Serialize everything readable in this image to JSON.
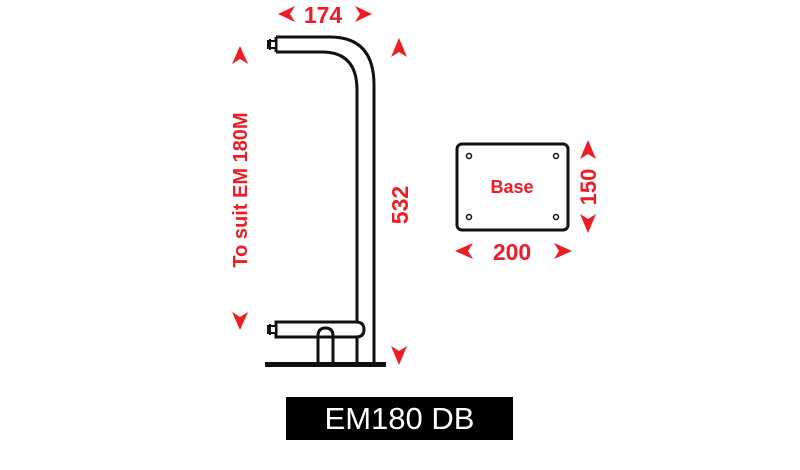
{
  "dimensions": {
    "width": "174",
    "height": "532",
    "suit_note": "To suit EM 180M",
    "base_label": "Base",
    "base_width": "200",
    "base_depth": "150"
  },
  "product_label": "EM180 DB",
  "colors": {
    "dimension": "#ee1c24",
    "line": "#111111",
    "label_bg": "#000000"
  }
}
